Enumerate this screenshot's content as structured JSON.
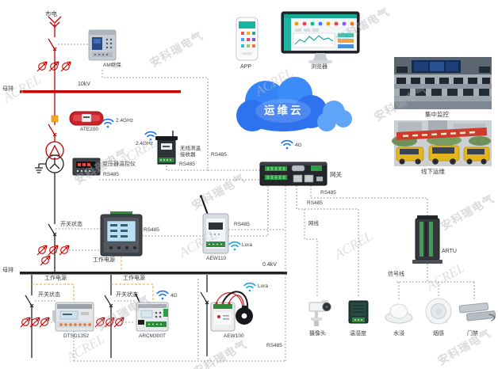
{
  "brand": {
    "watermark_cn": "安科瑞电气",
    "watermark_en": "ACREL"
  },
  "colors": {
    "hv_line": "#c00000",
    "lv_line": "#222222",
    "cloud_blue": "#2e7bf6",
    "dash_gray": "#9aa0a6",
    "power_dash_orange": "#f0a53a",
    "wifi_blue": "#1d6ff2"
  },
  "hv": {
    "mains": "市电",
    "voltage": "10kV",
    "busbar": "母排",
    "relay": "AM继保",
    "relay_bus": "RS485",
    "ate200": "ATE200",
    "ate200_freq": "2.4GHz",
    "receiver_freq": "2.4GHz",
    "receiver": "无线测温\n接收器",
    "receiver_bus": "RS485",
    "temp_ctrl": "变压器温控仪",
    "temp_ctrl_bus": "RS485"
  },
  "mv_meter": {
    "switch": "开关状态",
    "bus": "RS485",
    "power": "工作电源"
  },
  "cloud": {
    "label": "运维云",
    "app": "APP",
    "browser": "浏览器",
    "uplink": "4G"
  },
  "gateway": {
    "label": "网关",
    "sensor_bus": "RS485",
    "artu_bus": "RS485",
    "net_cable": "网线"
  },
  "aew110": {
    "label": "AEW110",
    "bus": "RS485",
    "radio": "Lora"
  },
  "lv": {
    "busbar": "母排",
    "voltage": "0.4kV",
    "b1_power": "工作电源",
    "b1_switch": "开关状态",
    "b1_device": "DTSD1352",
    "b2_power": "工作电源",
    "b2_switch": "开关状态",
    "b2_device": "ARCM300T",
    "b2_uplink": "4G",
    "b3_device": "AEW100",
    "b3_radio": "Lora",
    "b3_bus": "RS485"
  },
  "right": {
    "photo1": "集中监控",
    "photo2": "线下运维",
    "artu": "ARTU",
    "signal": "信号线",
    "sensors": [
      "摄像头",
      "温湿度",
      "水浸",
      "烟感",
      "门禁"
    ]
  }
}
